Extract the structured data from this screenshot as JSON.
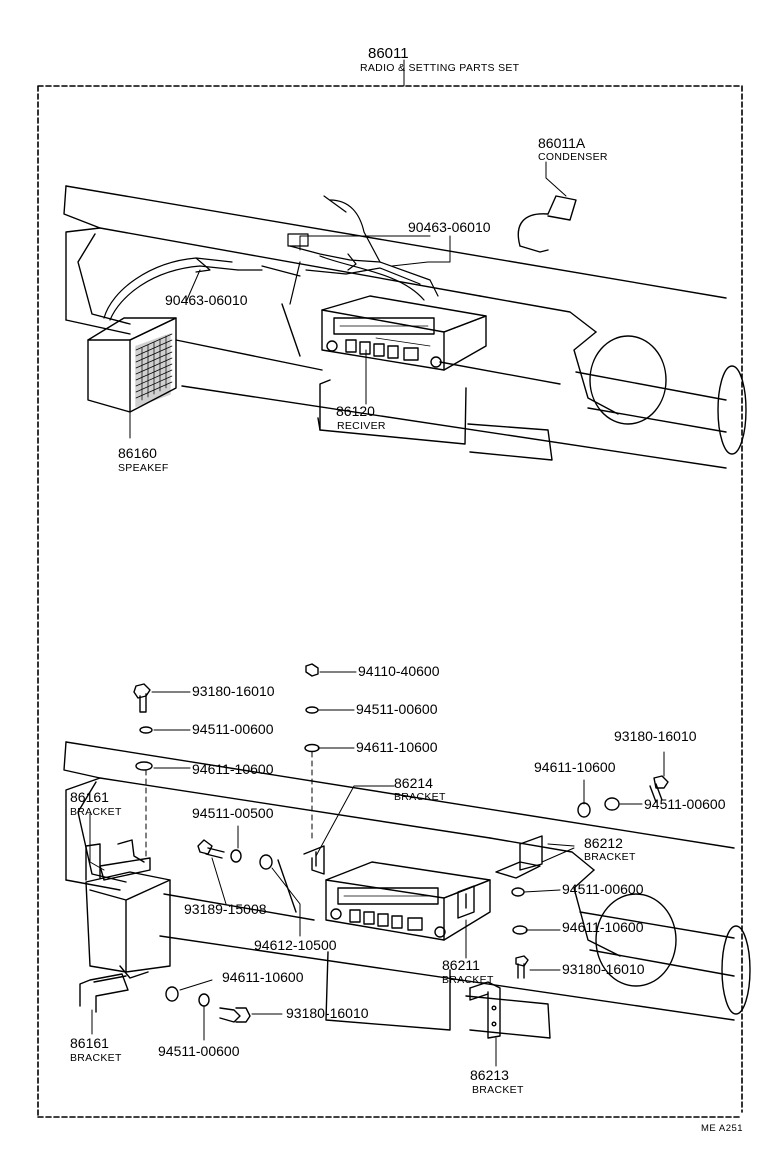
{
  "set": {
    "part_number": "86011",
    "name": "RADIO & SETTING PARTS SET"
  },
  "ref_code": "ME  A251",
  "top_labels": [
    {
      "num": "86011A",
      "name": "CONDENSER"
    },
    {
      "num": "90463-06010"
    },
    {
      "num": "90463-06010"
    },
    {
      "num": "86120",
      "name": "RECIVER"
    },
    {
      "num": "86160",
      "name": "SPEAKEF"
    }
  ],
  "bottom_labels": [
    {
      "num": "94110-40600"
    },
    {
      "num": "93180-16010"
    },
    {
      "num": "94511-00600"
    },
    {
      "num": "94511-00600"
    },
    {
      "num": "94611-10600"
    },
    {
      "num": "94611-10600"
    },
    {
      "num": "86214",
      "name": "BRACKET"
    },
    {
      "num": "93180-16010"
    },
    {
      "num": "94611-10600"
    },
    {
      "num": "86161",
      "name": "BRACKET"
    },
    {
      "num": "94511-00500"
    },
    {
      "num": "94511-00600"
    },
    {
      "num": "86212",
      "name": "BRACKET"
    },
    {
      "num": "93189-15008"
    },
    {
      "num": "94511-00600"
    },
    {
      "num": "94612-10500"
    },
    {
      "num": "94611-10600"
    },
    {
      "num": "86211",
      "name": "BRACKET"
    },
    {
      "num": "93180-16010"
    },
    {
      "num": "94611-10600"
    },
    {
      "num": "93180-16010"
    },
    {
      "num": "86161",
      "name": "BRACKET"
    },
    {
      "num": "94511-00600"
    },
    {
      "num": "86213",
      "name": "BRACKET"
    }
  ]
}
